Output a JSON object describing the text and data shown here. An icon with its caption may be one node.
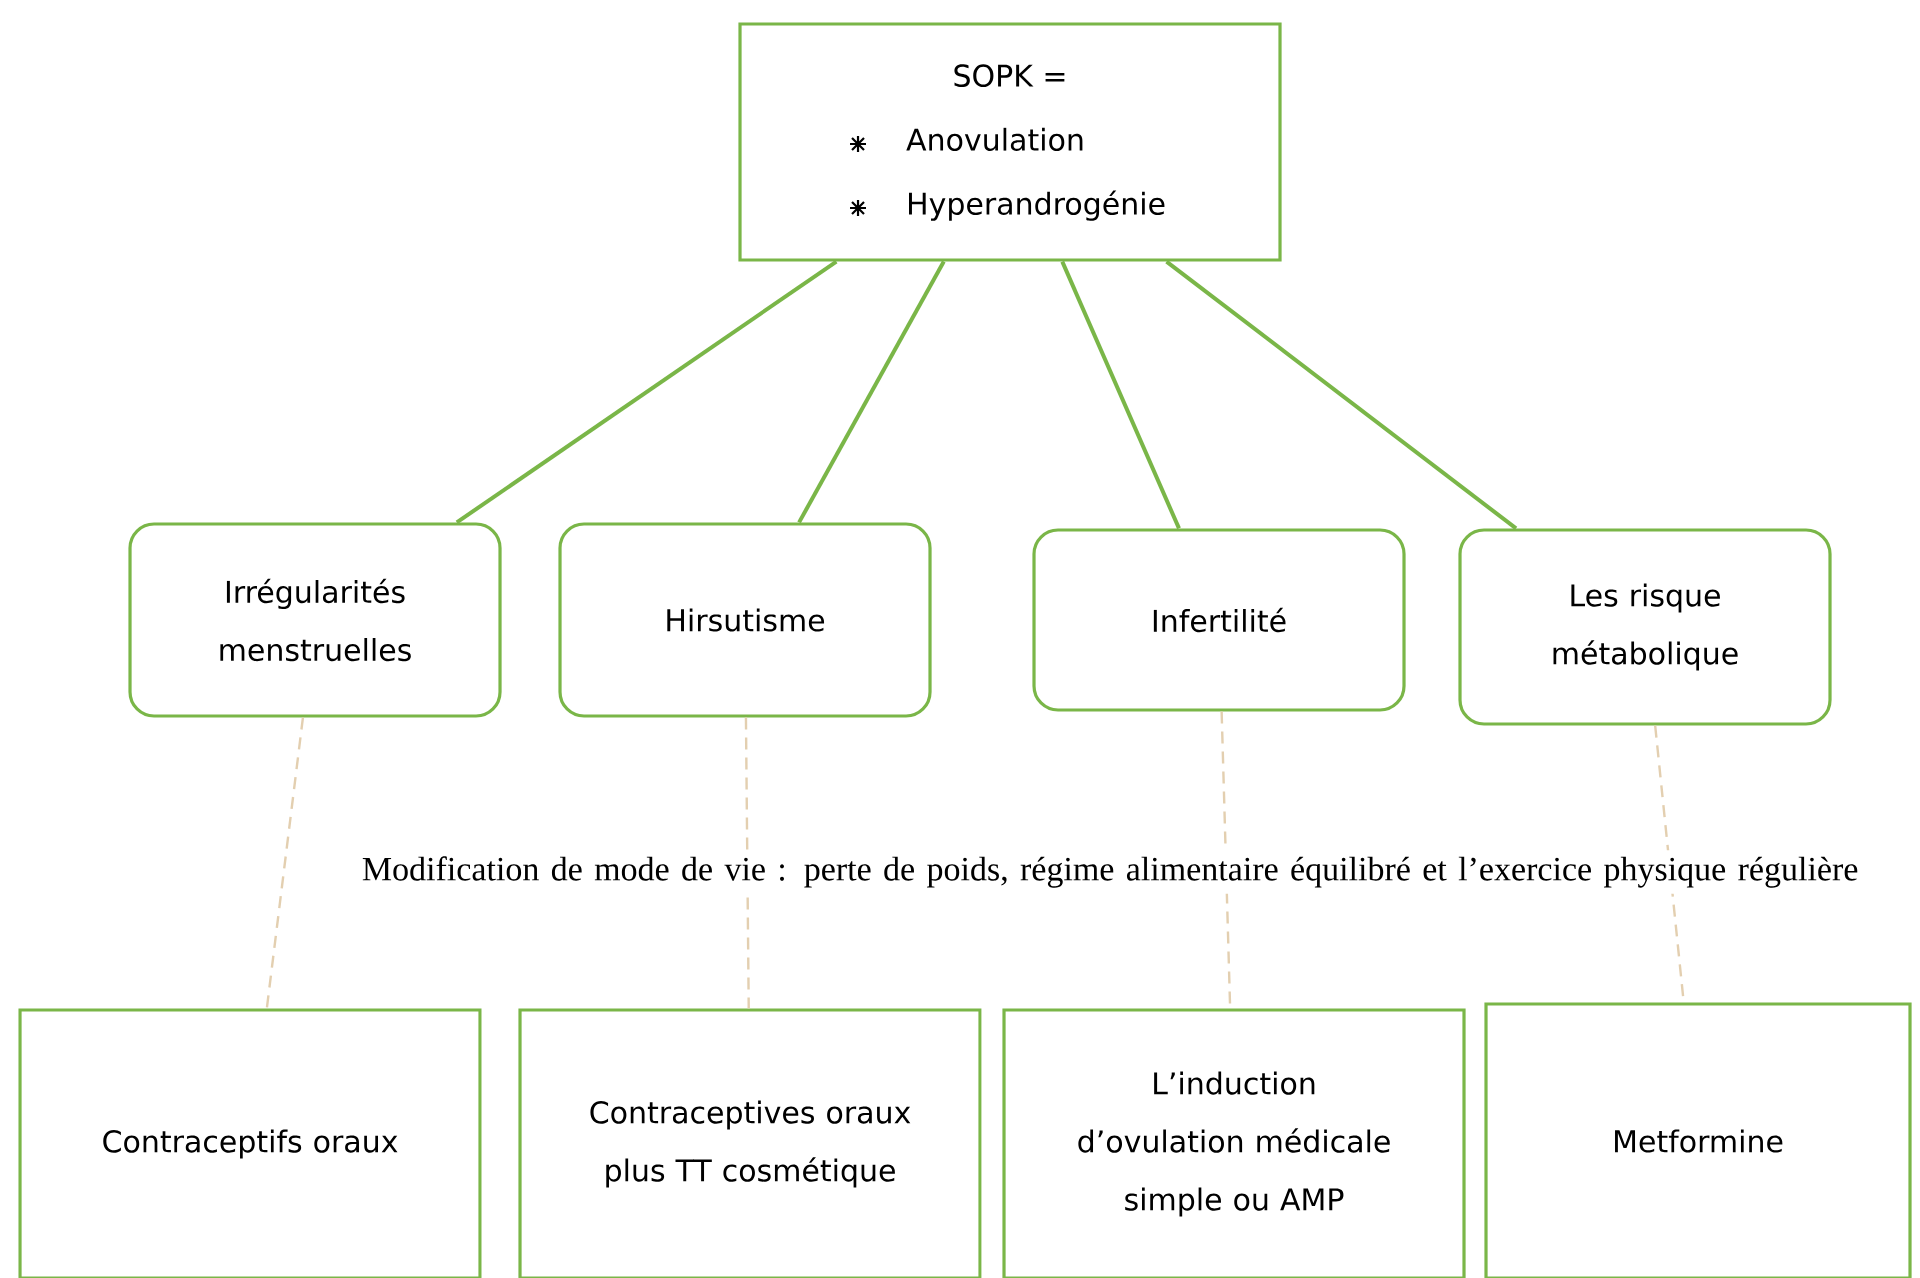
{
  "diagram": {
    "nodes": [
      {
        "text": [
          "SOPK =",
          "Anovulation",
          "Hyperandrogénie"
        ]
      },
      {
        "text": [
          "Irrégularités menstruelles"
        ]
      },
      {
        "text": [
          "Hirsutisme"
        ]
      },
      {
        "text": [
          "Infertilité"
        ]
      },
      {
        "text": [
          "Les risque métabolique"
        ]
      },
      {
        "text": [
          "Contraceptifs oraux"
        ]
      },
      {
        "text": [
          "Contraceptives oraux plus TT cosmétique"
        ]
      },
      {
        "text": [
          "L’induction d’ovulation médicale simple ou AMP"
        ]
      },
      {
        "text": [
          "Metformine"
        ]
      }
    ],
    "edges": [
      {
        "from": 0,
        "to": 1,
        "arrow": "none"
      },
      {
        "from": 0,
        "to": 2,
        "arrow": "none"
      },
      {
        "from": 0,
        "to": 3,
        "arrow": "none"
      },
      {
        "from": 0,
        "to": 4,
        "arrow": "none"
      },
      {
        "from": 1,
        "to": 5,
        "arrow": "none",
        "style": "dashed",
        "color": "#e3cfb0"
      },
      {
        "from": 2,
        "to": 6,
        "arrow": "none",
        "style": "dashed",
        "color": "#e3cfb0"
      },
      {
        "from": 3,
        "to": 7,
        "arrow": "none",
        "style": "dashed",
        "color": "#e3cfb0"
      },
      {
        "from": 4,
        "to": 8,
        "arrow": "none",
        "style": "dashed",
        "color": "#e3cfb0"
      }
    ],
    "labels": [
      "Modification de mode de vie : perte de poids, régime alimentaire équilibré et l’exercice physique régulière"
    ]
  }
}
